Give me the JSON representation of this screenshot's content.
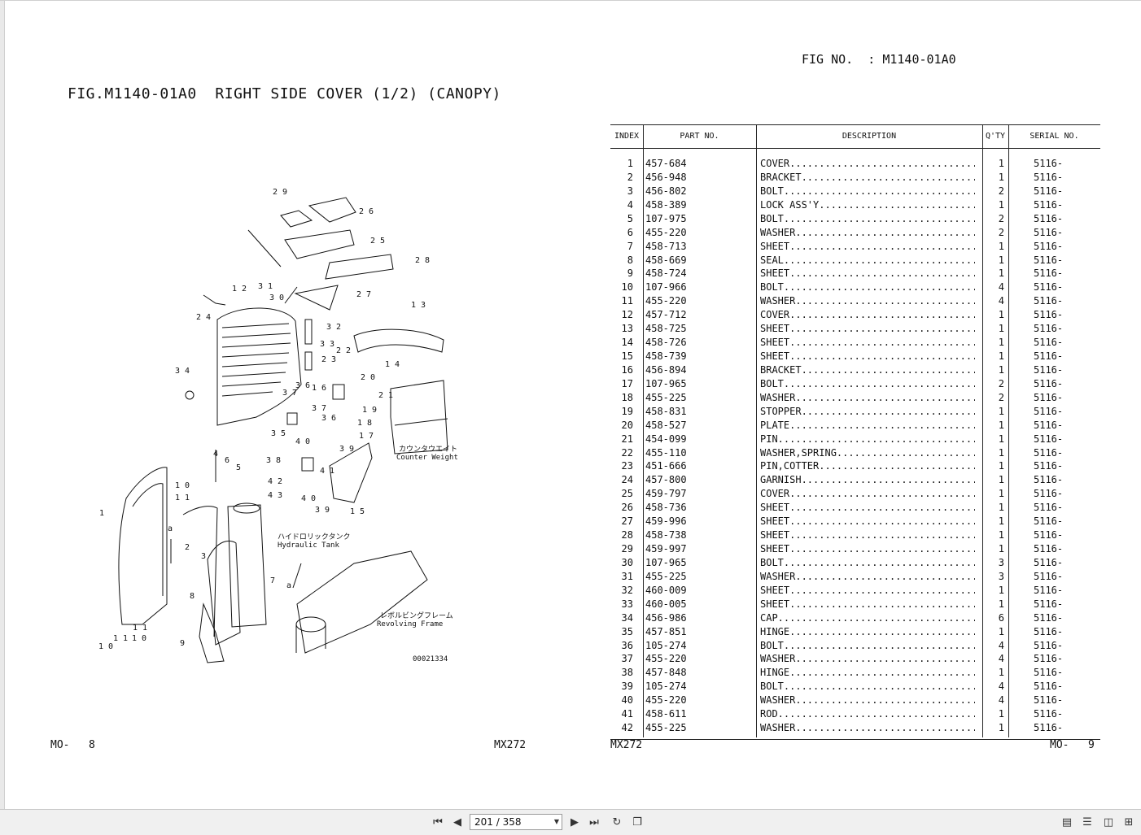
{
  "header": {
    "fig_title": "FIG.M1140-01A0  RIGHT SIDE COVER (1/2) (CANOPY)",
    "fig_no": "FIG NO.  : M1140-01A0"
  },
  "diagram": {
    "counter_weight_jp": "カウンタウエイト",
    "counter_weight_en": "Counter Weight",
    "hydraulic_tank_jp": "ハイドロリックタンク",
    "hydraulic_tank_en": "Hydraulic Tank",
    "revolving_frame_jp": "レボルビングフレーム",
    "revolving_frame_en": "Revolving Frame",
    "drawing_code": "00021334",
    "labels": [
      "29",
      "26",
      "25",
      "28",
      "31",
      "30",
      "27",
      "12",
      "24",
      "13",
      "32",
      "33",
      "22",
      "23",
      "14",
      "20",
      "34",
      "36",
      "16",
      "21",
      "37",
      "19",
      "37",
      "36",
      "18",
      "35",
      "17",
      "40",
      "39",
      "38",
      "41",
      "42",
      "43",
      "40",
      "39",
      "15",
      "4",
      "6",
      "5",
      "10",
      "11",
      "1",
      "2",
      "3",
      "7",
      "8",
      "11",
      "10",
      "10",
      "11",
      "9",
      "a",
      "a"
    ]
  },
  "table": {
    "headers": {
      "index": "INDEX",
      "part_no": "PART NO.",
      "description": "DESCRIPTION",
      "qty": "Q'TY",
      "serial": "SERIAL NO."
    },
    "rows": [
      [
        "1",
        "457-684",
        "COVER",
        "1",
        "5116-"
      ],
      [
        "2",
        "456-948",
        "BRACKET",
        "1",
        "5116-"
      ],
      [
        "3",
        "456-802",
        "BOLT",
        "2",
        "5116-"
      ],
      [
        "4",
        "458-389",
        "LOCK ASS'Y",
        "1",
        "5116-"
      ],
      [
        "5",
        "107-975",
        "BOLT",
        "2",
        "5116-"
      ],
      [
        "6",
        "455-220",
        "WASHER",
        "2",
        "5116-"
      ],
      [
        "7",
        "458-713",
        "SHEET",
        "1",
        "5116-"
      ],
      [
        "8",
        "458-669",
        "SEAL",
        "1",
        "5116-"
      ],
      [
        "9",
        "458-724",
        "SHEET",
        "1",
        "5116-"
      ],
      [
        "10",
        "107-966",
        "BOLT",
        "4",
        "5116-"
      ],
      [
        "11",
        "455-220",
        "WASHER",
        "4",
        "5116-"
      ],
      [
        "12",
        "457-712",
        "COVER",
        "1",
        "5116-"
      ],
      [
        "13",
        "458-725",
        "SHEET",
        "1",
        "5116-"
      ],
      [
        "14",
        "458-726",
        "SHEET",
        "1",
        "5116-"
      ],
      [
        "15",
        "458-739",
        "SHEET",
        "1",
        "5116-"
      ],
      [
        "16",
        "456-894",
        "BRACKET",
        "1",
        "5116-"
      ],
      [
        "17",
        "107-965",
        "BOLT",
        "2",
        "5116-"
      ],
      [
        "18",
        "455-225",
        "WASHER",
        "2",
        "5116-"
      ],
      [
        "19",
        "458-831",
        "STOPPER",
        "1",
        "5116-"
      ],
      [
        "20",
        "458-527",
        "PLATE",
        "1",
        "5116-"
      ],
      [
        "21",
        "454-099",
        "PIN",
        "1",
        "5116-"
      ],
      [
        "22",
        "455-110",
        "WASHER,SPRING",
        "1",
        "5116-"
      ],
      [
        "23",
        "451-666",
        "PIN,COTTER",
        "1",
        "5116-"
      ],
      [
        "24",
        "457-800",
        "GARNISH",
        "1",
        "5116-"
      ],
      [
        "25",
        "459-797",
        "COVER",
        "1",
        "5116-"
      ],
      [
        "26",
        "458-736",
        "SHEET",
        "1",
        "5116-"
      ],
      [
        "27",
        "459-996",
        "SHEET",
        "1",
        "5116-"
      ],
      [
        "28",
        "458-738",
        "SHEET",
        "1",
        "5116-"
      ],
      [
        "29",
        "459-997",
        "SHEET",
        "1",
        "5116-"
      ],
      [
        "30",
        "107-965",
        "BOLT",
        "3",
        "5116-"
      ],
      [
        "31",
        "455-225",
        "WASHER",
        "3",
        "5116-"
      ],
      [
        "32",
        "460-009",
        "SHEET",
        "1",
        "5116-"
      ],
      [
        "33",
        "460-005",
        "SHEET",
        "1",
        "5116-"
      ],
      [
        "34",
        "456-986",
        "CAP",
        "6",
        "5116-"
      ],
      [
        "35",
        "457-851",
        "HINGE",
        "1",
        "5116-"
      ],
      [
        "36",
        "105-274",
        "BOLT",
        "4",
        "5116-"
      ],
      [
        "37",
        "455-220",
        "WASHER",
        "4",
        "5116-"
      ],
      [
        "38",
        "457-848",
        "HINGE",
        "1",
        "5116-"
      ],
      [
        "39",
        "105-274",
        "BOLT",
        "4",
        "5116-"
      ],
      [
        "40",
        "455-220",
        "WASHER",
        "4",
        "5116-"
      ],
      [
        "41",
        "458-611",
        "ROD",
        "1",
        "5116-"
      ],
      [
        "42",
        "455-225",
        "WASHER",
        "1",
        "5116-"
      ]
    ]
  },
  "footer": {
    "left_page": "MO-   8",
    "left_model": "MX272",
    "right_model": "MX272",
    "right_page": "MO-   9"
  },
  "viewer": {
    "page_indicator": "201 / 358",
    "icons": [
      "first-page-icon",
      "prev-page-icon",
      "next-page-icon",
      "last-page-icon",
      "rotate-icon",
      "copy-icon",
      "single-page-icon",
      "continuous-icon",
      "two-page-icon",
      "two-page-continuous-icon"
    ]
  }
}
